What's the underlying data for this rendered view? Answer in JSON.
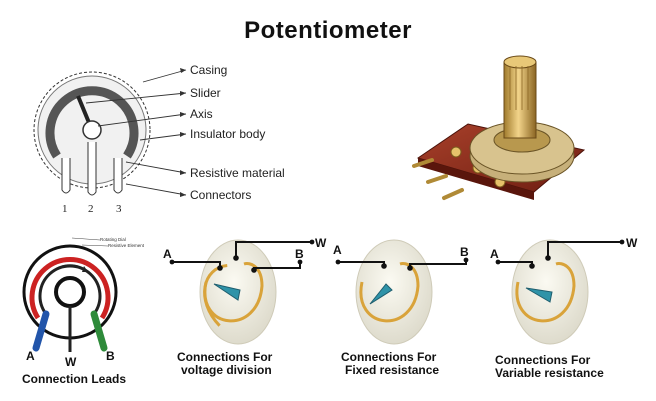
{
  "title": "Potentiometer",
  "anatomy": {
    "labels": [
      "Casing",
      "Slider",
      "Axis",
      "Insulator body",
      "Resistive material",
      "Connectors"
    ],
    "pins": [
      "1",
      "2",
      "3"
    ]
  },
  "leads": {
    "caption": "Connection Leads",
    "rotating_label": "Rotating Dial",
    "element_label": "Resistive Element",
    "pins": [
      "A",
      "W",
      "B"
    ]
  },
  "voltage": {
    "caption": [
      "Connections For",
      "voltage division"
    ],
    "a": "A",
    "b": "B",
    "w": "W"
  },
  "fixed": {
    "caption": [
      "Connections For",
      "Fixed resistance"
    ],
    "a": "A",
    "b": "B"
  },
  "variable": {
    "caption": [
      "Connections For",
      "Variable resistance"
    ],
    "a": "A",
    "w": "W"
  },
  "colors": {
    "track": "#d9a33a",
    "body": "#e9e7dc",
    "wiper": "#2f93a8",
    "lead_red": "#cc2222",
    "lead_green": "#2e8b3a",
    "lead_blue": "#2255aa",
    "board": "#8a2a1a",
    "brass": "#c8a048"
  }
}
